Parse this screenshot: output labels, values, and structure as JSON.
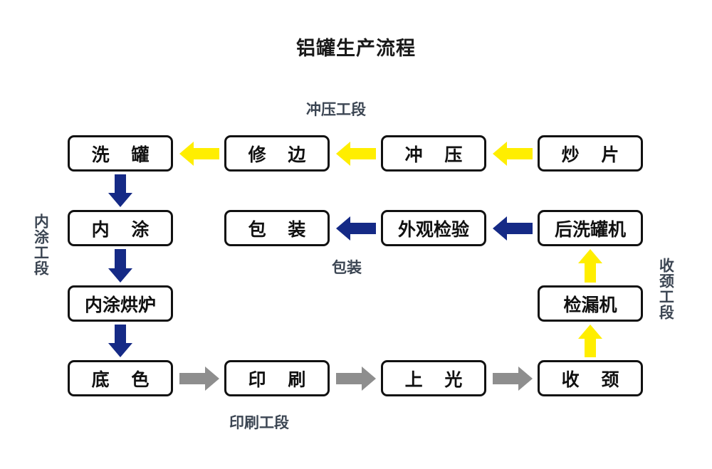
{
  "diagram": {
    "title": "铝罐生产流程",
    "colors": {
      "yellow_arrow": "#ffee00",
      "navy_arrow": "#152a86",
      "gray_arrow": "#8e8e8e",
      "box_border": "#111111",
      "stage_label": "#3c4653",
      "background": "#ffffff"
    },
    "nodes": [
      {
        "id": "n_xiguan",
        "label": "洗 罐"
      },
      {
        "id": "n_xiubian",
        "label": "修 边"
      },
      {
        "id": "n_chongya",
        "label": "冲 压"
      },
      {
        "id": "n_chaopian",
        "label": "炒 片"
      },
      {
        "id": "n_neitu",
        "label": "内 涂"
      },
      {
        "id": "n_baozhuang",
        "label": "包 装"
      },
      {
        "id": "n_waiguanjianyan",
        "label": "外观检验"
      },
      {
        "id": "n_houxiguanji",
        "label": "后洗罐机"
      },
      {
        "id": "n_neituhonglu",
        "label": "内涂烘炉"
      },
      {
        "id": "n_jianloujii",
        "label": "检漏机"
      },
      {
        "id": "n_dise",
        "label": "底 色"
      },
      {
        "id": "n_yinshua",
        "label": "印 刷"
      },
      {
        "id": "n_shangguang",
        "label": "上 光"
      },
      {
        "id": "n_shoujing",
        "label": "收 颈"
      }
    ],
    "stage_labels": [
      {
        "id": "s_chongya",
        "label": "冲压工段",
        "orientation": "horizontal"
      },
      {
        "id": "s_baozhuang",
        "label": "包装",
        "orientation": "horizontal"
      },
      {
        "id": "s_yinshua",
        "label": "印刷工段",
        "orientation": "horizontal"
      },
      {
        "id": "s_neitu",
        "label": "内涂工段",
        "orientation": "vertical"
      },
      {
        "id": "s_shoujing",
        "label": "收颈工段",
        "orientation": "vertical"
      }
    ],
    "edges": [
      {
        "from": "炒 片",
        "to": "冲 压",
        "color": "#ffee00",
        "direction": "left"
      },
      {
        "from": "冲 压",
        "to": "修 边",
        "color": "#ffee00",
        "direction": "left"
      },
      {
        "from": "修 边",
        "to": "洗 罐",
        "color": "#ffee00",
        "direction": "left"
      },
      {
        "from": "洗 罐",
        "to": "内 涂",
        "color": "#152a86",
        "direction": "down"
      },
      {
        "from": "内 涂",
        "to": "内涂烘炉",
        "color": "#152a86",
        "direction": "down"
      },
      {
        "from": "内涂烘炉",
        "to": "底 色",
        "color": "#152a86",
        "direction": "down"
      },
      {
        "from": "底 色",
        "to": "印 刷",
        "color": "#8e8e8e",
        "direction": "right"
      },
      {
        "from": "印 刷",
        "to": "上 光",
        "color": "#8e8e8e",
        "direction": "right"
      },
      {
        "from": "上 光",
        "to": "收 颈",
        "color": "#8e8e8e",
        "direction": "right"
      },
      {
        "from": "收 颈",
        "to": "检漏机",
        "color": "#ffee00",
        "direction": "up"
      },
      {
        "from": "检漏机",
        "to": "后洗罐机",
        "color": "#ffee00",
        "direction": "up"
      },
      {
        "from": "后洗罐机",
        "to": "外观检验",
        "color": "#152a86",
        "direction": "left"
      },
      {
        "from": "外观检验",
        "to": "包 装",
        "color": "#152a86",
        "direction": "left"
      }
    ]
  }
}
